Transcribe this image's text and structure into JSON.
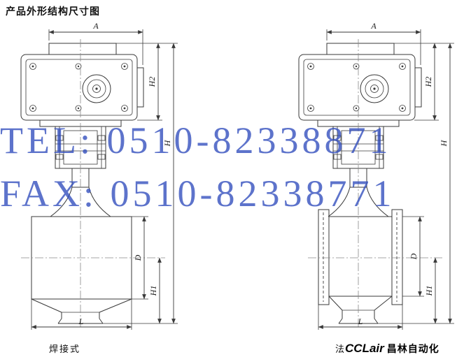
{
  "title": "产品外形结构尺寸图",
  "watermark": {
    "tel": "TEL: 0510-82338871",
    "fax": "FAX: 0510-82338771",
    "color": "#2f4cbc"
  },
  "dims": {
    "A": "A",
    "H2": "H2",
    "H": "H",
    "D": "D",
    "H1": "H1",
    "L": "L"
  },
  "views": {
    "left": {
      "caption": "焊接式"
    },
    "right": {
      "caption_partial": "法"
    }
  },
  "logo": {
    "brand": "CCLair",
    "company": "昌林自动化"
  },
  "colors": {
    "line": "#3a3a3a",
    "watermark_blue": "#2f4cbc",
    "background": "#ffffff"
  }
}
